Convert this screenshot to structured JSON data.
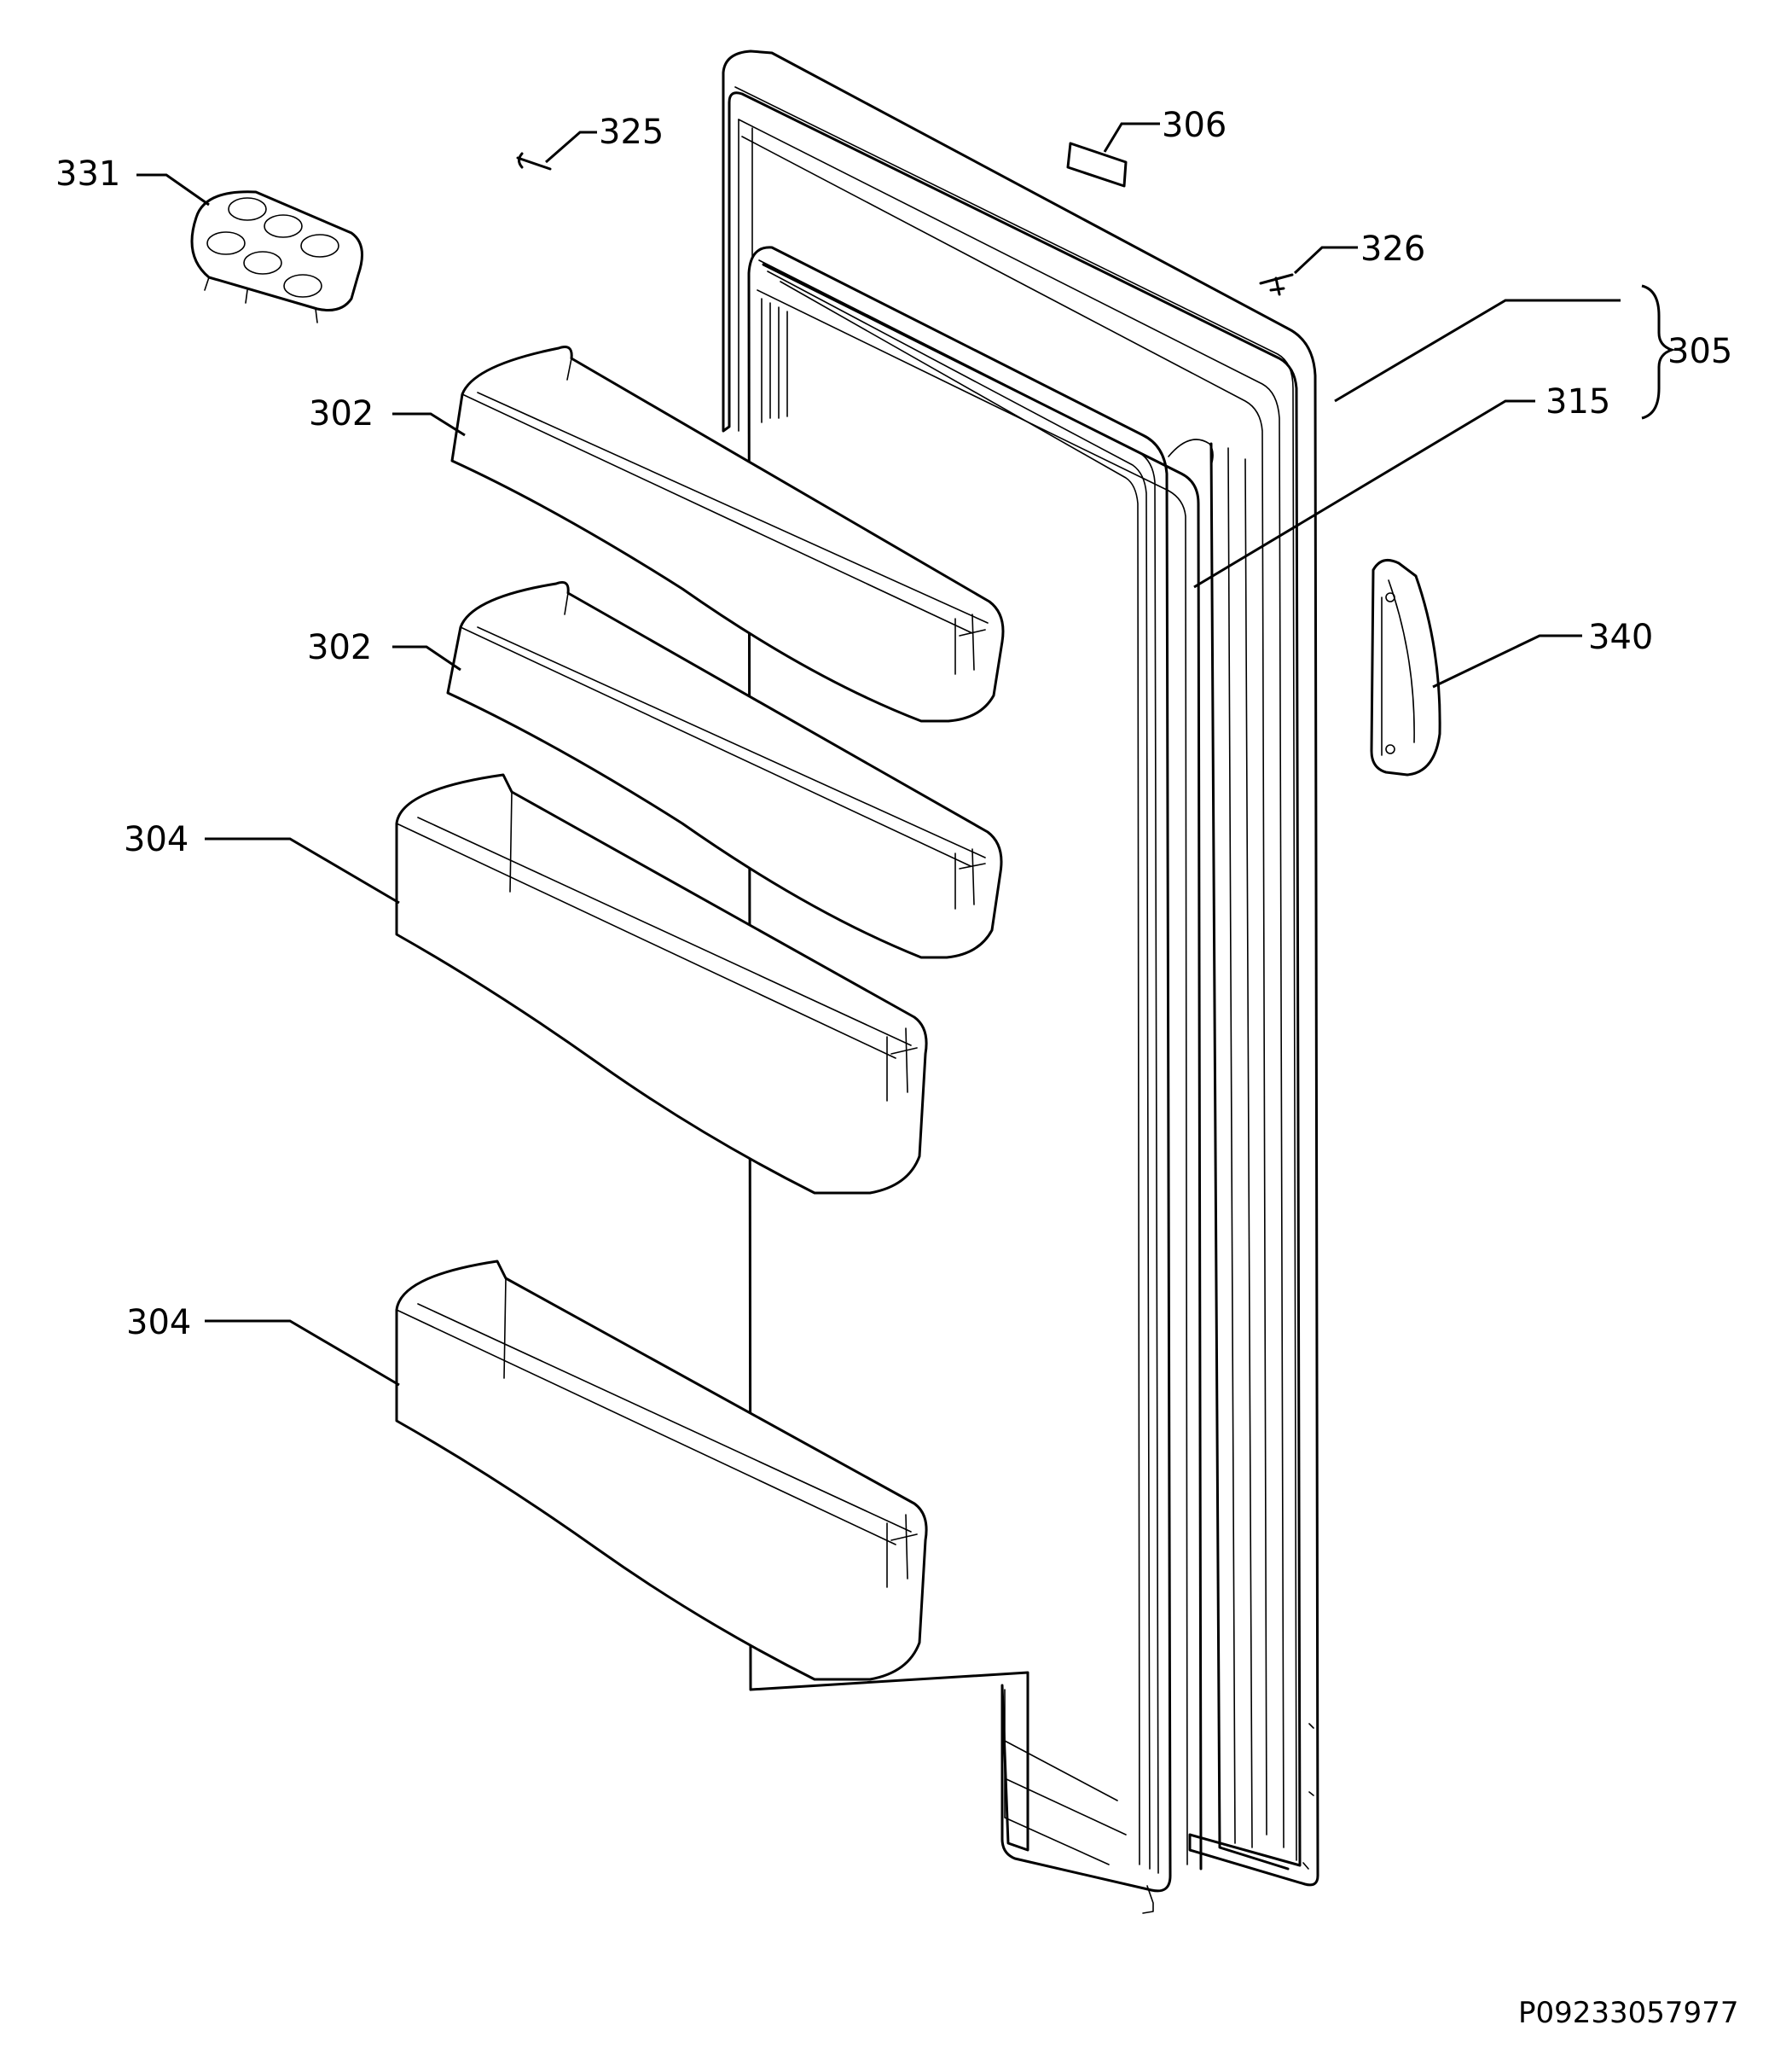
{
  "diagram": {
    "labels": {
      "p331": "331",
      "p325": "325",
      "p306": "306",
      "p326": "326",
      "p305": "305",
      "p315": "315",
      "p302a": "302",
      "p302b": "302",
      "p340": "340",
      "p304a": "304",
      "p304b": "304"
    },
    "document_id": "P09233057977",
    "line_color": "#000000",
    "background_color": "#ffffff"
  }
}
